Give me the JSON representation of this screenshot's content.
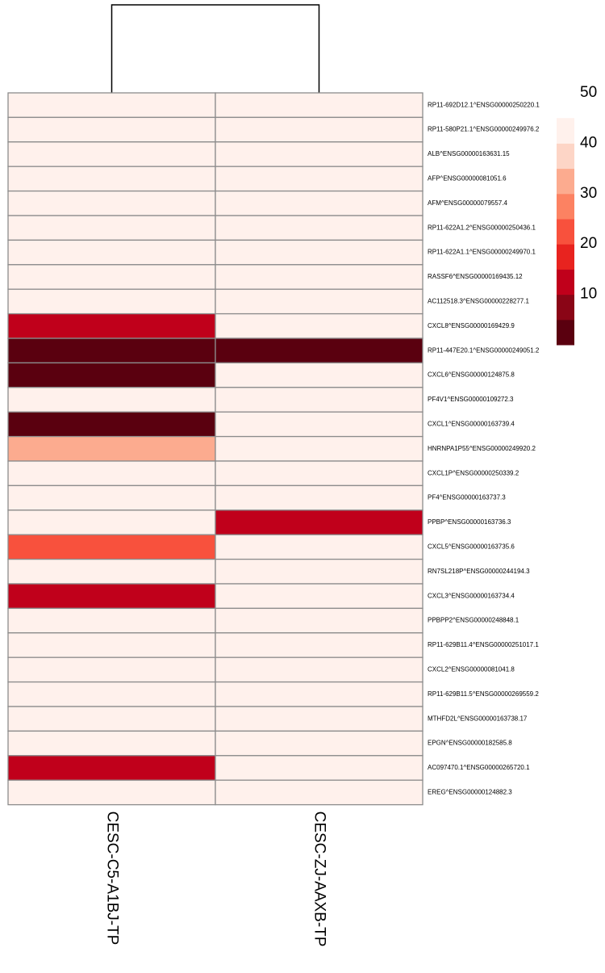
{
  "chart_data": {
    "type": "heatmap",
    "columns": [
      "CESC-C5-A1BJ-TP",
      "CESC-ZJ-AAXB-TP"
    ],
    "rows": [
      "RP11-692D12.1^ENSG00000250220.1",
      "RP11-580P21.1^ENSG00000249976.2",
      "ALB^ENSG00000163631.15",
      "AFP^ENSG00000081051.6",
      "AFM^ENSG00000079557.4",
      "RP11-622A1.2^ENSG00000250436.1",
      "RP11-622A1.1^ENSG00000249970.1",
      "RASSF6^ENSG00000169435.12",
      "AC112518.3^ENSG00000228277.1",
      "CXCL8^ENSG00000169429.9",
      "RP11-447E20.1^ENSG00000249051.2",
      "CXCL6^ENSG00000124875.8",
      "PF4V1^ENSG00000109272.3",
      "CXCL1^ENSG00000163739.4",
      "HNRNPA1P55^ENSG00000249920.2",
      "CXCL1P^ENSG00000250339.2",
      "PF4^ENSG00000163737.3",
      "PPBP^ENSG00000163736.3",
      "CXCL5^ENSG00000163735.6",
      "RN7SL218P^ENSG00000244194.3",
      "CXCL3^ENSG00000163734.4",
      "PPBPP2^ENSG00000248848.1",
      "RP11-629B11.4^ENSG00000251017.1",
      "CXCL2^ENSG00000081041.8",
      "RP11-629B11.5^ENSG00000269559.2",
      "MTHFD2L^ENSG00000163738.17",
      "EPGN^ENSG00000182585.8",
      "AC097470.1^ENSG00000265720.1",
      "EREG^ENSG00000124882.3"
    ],
    "values": [
      [
        50,
        50
      ],
      [
        50,
        50
      ],
      [
        50,
        50
      ],
      [
        50,
        50
      ],
      [
        50,
        50
      ],
      [
        50,
        50
      ],
      [
        50,
        50
      ],
      [
        50,
        50
      ],
      [
        50,
        50
      ],
      [
        12,
        50
      ],
      [
        1,
        1
      ],
      [
        1,
        50
      ],
      [
        42,
        50
      ],
      [
        1,
        50
      ],
      [
        32,
        50
      ],
      [
        50,
        50
      ],
      [
        50,
        50
      ],
      [
        50,
        12
      ],
      [
        22,
        50
      ],
      [
        50,
        50
      ],
      [
        12,
        50
      ],
      [
        50,
        50
      ],
      [
        50,
        50
      ],
      [
        50,
        50
      ],
      [
        50,
        50
      ],
      [
        50,
        50
      ],
      [
        50,
        50
      ],
      [
        12,
        50
      ],
      [
        50,
        50
      ]
    ],
    "color_scale": {
      "breaks": [
        0,
        5,
        10,
        15,
        20,
        25,
        30,
        35,
        40,
        45,
        50
      ],
      "colors": [
        "#5a000f",
        "#8a0516",
        "#c0001b",
        "#e8231f",
        "#f8513d",
        "#fc8262",
        "#fcab8f",
        "#fdd5c6",
        "#fff1ec"
      ],
      "ticks": [
        10,
        20,
        30,
        40,
        50
      ]
    },
    "column_dendrogram": true,
    "grid": true,
    "legend_position": "right"
  }
}
